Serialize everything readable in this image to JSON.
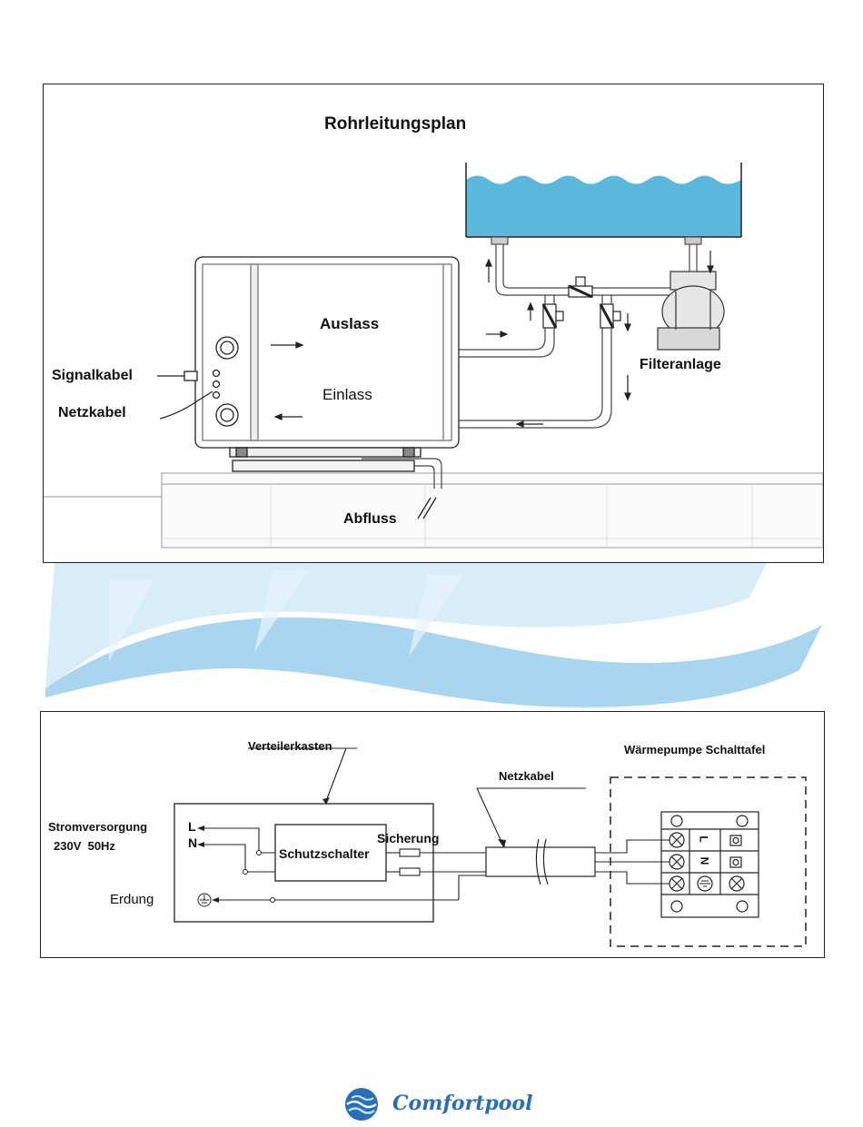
{
  "plumbing": {
    "title": "Rohrleitungsplan",
    "outlet": "Auslass",
    "inlet": "Einlass",
    "signal_cable": "Signalkabel",
    "power_cable": "Netzkabel",
    "filter": "Filteranlage",
    "drain": "Abfluss"
  },
  "wiring": {
    "distribution_box": "Verteilerkasten",
    "control_panel": "Wärmepumpe Schalttafel",
    "power_cable": "Netzkabel",
    "supply_line1": "Stromversorgung",
    "supply_line2": "230V  50Hz",
    "phase_L": "L",
    "phase_N": "N",
    "breaker": "Schutzschalter",
    "fuse": "Sicherung",
    "ground": "Erdung",
    "terminal_L": "L",
    "terminal_N": "N"
  },
  "brand": {
    "name": "Comfortpool"
  },
  "colors": {
    "water": "#5bb8dc",
    "wave": "#a9d6ee",
    "brand": "#2a6fb6"
  }
}
